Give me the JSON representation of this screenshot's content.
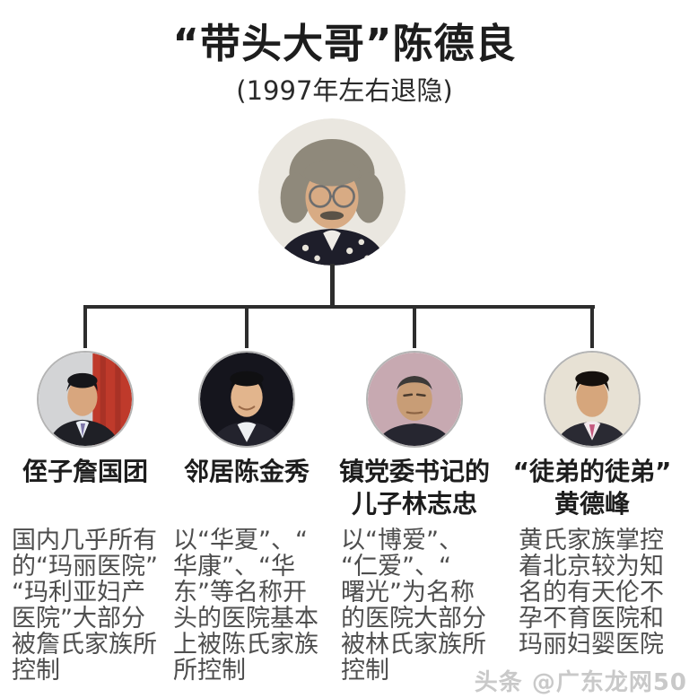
{
  "header": {
    "title": "“带头大哥”陈德良",
    "subtitle": "(1997年左右退隐)"
  },
  "root_person": {
    "title_label": "带头大哥",
    "name": "陈德良",
    "status_note": "1997年左右退隐",
    "avatar": "elderly-man-gray-curly-hair-glasses-patterned-shirt"
  },
  "members": [
    {
      "avatar": "man-dark-suit-red-flag-background",
      "name": "侄子詹国团",
      "desc": "国内几乎所有\n的“玛丽医院”\n“玛利亚妇产\n医院”大部分\n被詹氏家族所\n控制"
    },
    {
      "avatar": "smiling-man-dark-background-white-shirt",
      "name": "邻居陈金秀",
      "desc": "以“华夏”、“\n华康”、“华\n东”等名称开\n头的医院基本\n上被陈氏家族\n所控制"
    },
    {
      "avatar": "stern-man-short-hair-pink-background",
      "name": "镇党委书记的\n儿子林志忠",
      "desc": "以“博爱”、\n“仁爱”、“\n曙光”为名称\n的医院大部分\n被林氏家族所\n控制"
    },
    {
      "avatar": "man-dark-suit-pink-tie-light-background",
      "name": "“徒弟的徒弟”\n黄德峰",
      "desc": "黄氏家族掌控\n着北京较为知\n名的有天伦不\n孕不育医院和\n玛丽妇婴医院"
    }
  ],
  "watermark": "头条 @广东龙网50",
  "colors": {
    "background": "#ffffff",
    "connector_line": "#2d2d2d",
    "title_text": "#1d1d1d",
    "name_text": "#1d1d1d",
    "desc_text": "#4e4e4e",
    "watermark_text": "#c9c9c9"
  }
}
